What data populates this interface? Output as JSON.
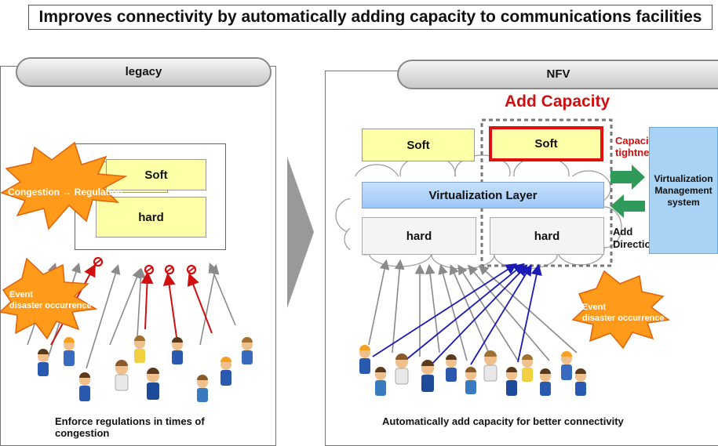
{
  "title": "Improves connectivity by automatically adding capacity to communications facilities",
  "legacy": {
    "tab_label": "legacy",
    "soft_label": "Soft",
    "hard_label": "hard",
    "burst_congestion": "Congestion → Regulation",
    "burst_event_line1": "Event",
    "burst_event_line2": "disaster occurrence",
    "caption": "Enforce regulations in times of congestion"
  },
  "nfv": {
    "tab_label": "NFV",
    "add_capacity": "Add Capacity",
    "soft_left": "Soft",
    "soft_right": "Soft",
    "virtualization_layer": "Virtualization Layer",
    "hard_left": "hard",
    "hard_right": "hard",
    "capacity_tightness_line1": "Capacit",
    "capacity_tightness_line2": "tightne",
    "add_directions_line1": "Add",
    "add_directions_line2": "Directions",
    "management_system": "Virtualization Management system",
    "burst_event_line1": "Event",
    "burst_event_line2": "disaster occurrence",
    "caption": "Automatically add capacity for better connectivity"
  },
  "colors": {
    "burst": "#ff9a1a",
    "burst_outline": "#e0620a",
    "red": "#d01010",
    "blue_arrow": "#1a1ab4",
    "green_arrow": "#2f9a5a"
  }
}
